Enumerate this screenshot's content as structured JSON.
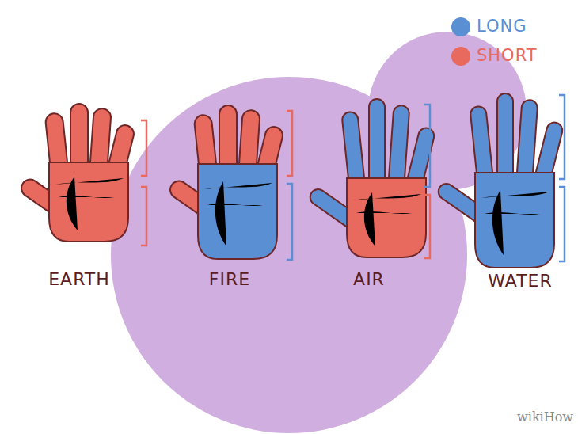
{
  "diagram": {
    "labels": [
      "EARTH",
      "FIRE",
      "AIR",
      "WATER",
      "wikiHow"
    ],
    "legend": [
      {
        "text": "LONG",
        "color": "#5b8fd4"
      },
      {
        "text": "SHORT",
        "color": "#e8695e"
      }
    ]
  }
}
